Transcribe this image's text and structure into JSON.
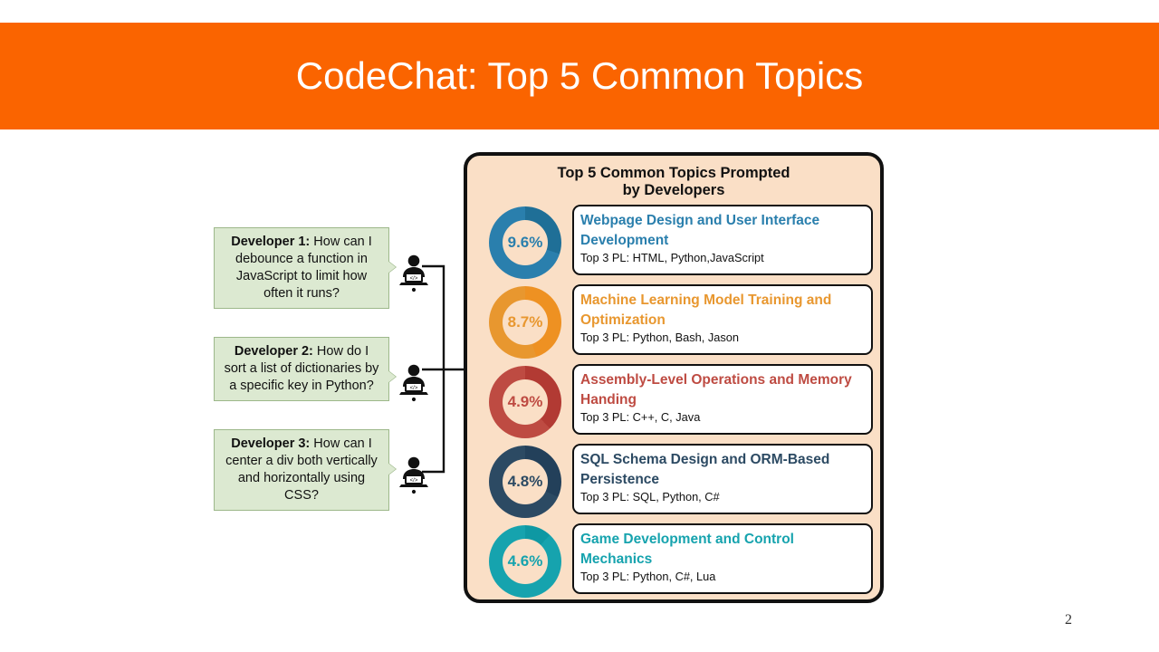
{
  "slide": {
    "title": "CodeChat: Top 5 Common Topics",
    "title_bar_color": "#FA6400",
    "page_number": "2"
  },
  "developers": [
    {
      "label": "Developer 1:",
      "question": " How can I debounce a function in JavaScript to limit how often it runs?",
      "icon": "developer-laptop-icon"
    },
    {
      "label": "Developer 2:",
      "question": " How do I sort a list of dictionaries by a specific key in Python?",
      "icon": "developer-laptop-icon"
    },
    {
      "label": "Developer 3:",
      "question": " How can I center a div both vertically and horizontally using CSS?",
      "icon": "developer-laptop-icon"
    }
  ],
  "panel": {
    "title_line_1": "Top 5 Common Topics Prompted",
    "title_line_2": "by Developers",
    "background_color": "#FADFC6",
    "border_color": "#111111"
  },
  "chart_data": {
    "type": "pie",
    "title": "Top 5 Common Topics Prompted by Developers",
    "categories": [
      "Webpage Design and User Interface Development",
      "Machine Learning Model Training and Optimization",
      "Assembly-Level Operations and Memory Handing",
      "SQL Schema Design and ORM-Based Persistence",
      "Game Development and Control Mechanics"
    ],
    "values": [
      9.6,
      8.7,
      4.9,
      4.8,
      4.6
    ],
    "value_labels": [
      "9.6%",
      "8.7%",
      "4.9%",
      "4.8%",
      "4.6%"
    ],
    "unit": "%",
    "legend": "none"
  },
  "topics": [
    {
      "percent": "9.6%",
      "title": "Webpage Design and User Interface Development",
      "languages": "Top 3 PL: HTML, Python,JavaScript",
      "color": "#2A7FAD",
      "color_dark": "#1F6F97",
      "color_light": "#3E93BE",
      "arc_fraction": 0.3
    },
    {
      "percent": "8.7%",
      "title": "Machine Learning Model Training and Optimization",
      "languages": "Top 3 PL: Python, Bash, Jason",
      "color": "#E8972F",
      "color_dark": "#EE9122",
      "color_light": "#EBAE5C",
      "arc_fraction": 0.45
    },
    {
      "percent": "4.9%",
      "title": "Assembly-Level Operations and Memory Handing",
      "languages": "Top 3 PL: C++, C, Java",
      "color": "#BE4B42",
      "color_dark": "#B23A33",
      "color_light": "#C26C65",
      "arc_fraction": 0.38
    },
    {
      "percent": "4.8%",
      "title": "SQL Schema Design and ORM-Based Persistence",
      "languages": "Top 3 PL: SQL, Python, C#",
      "color": "#2C4A63",
      "color_dark": "#23405A",
      "color_light": "#3E6179",
      "arc_fraction": 0.32
    },
    {
      "percent": "4.6%",
      "title": "Game Development and Control Mechanics",
      "languages": "Top 3 PL: Python, C#, Lua",
      "color": "#16A3AE",
      "color_dark": "#0E98A3",
      "color_light": "#3BB7BF",
      "arc_fraction": 0.12
    }
  ]
}
